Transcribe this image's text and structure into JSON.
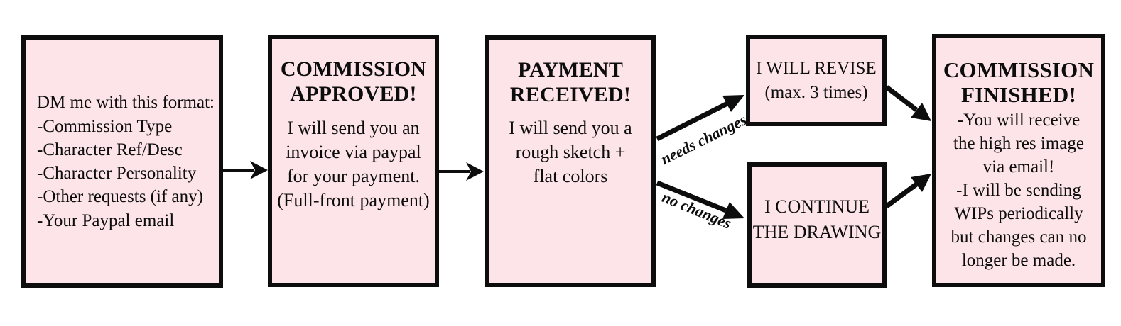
{
  "diagram_title": "Commission process flowchart",
  "steps": {
    "dm": {
      "body": "DM me with this format:\n-Commission Type\n-Character Ref/Desc\n-Character Personality\n-Other requests (if any)\n-Your Paypal email"
    },
    "approved": {
      "title": "COMMISSION\nAPPROVED!",
      "body": "I will send you an\ninvoice via paypal\nfor your payment.\n(Full-front payment)"
    },
    "payment": {
      "title": "PAYMENT\nRECEIVED!",
      "body": "I will send you a\nrough sketch +\nflat colors"
    },
    "revise": {
      "body": "I WILL REVISE\n(max. 3 times)"
    },
    "continue_drawing": {
      "body": "I CONTINUE\nTHE DRAWING"
    },
    "finished": {
      "title": "COMMISSION\nFINISHED!",
      "body": "-You will receive\nthe high res image\nvia email!\n-I will be sending\nWIPs periodically\nbut changes can no\nlonger be made."
    }
  },
  "labels": {
    "needs_changes": "needs changes",
    "no_changes": "no changes"
  },
  "colors": {
    "box_fill": "#fce4e9",
    "line": "#0d0d0d",
    "background": "#ffffff"
  }
}
